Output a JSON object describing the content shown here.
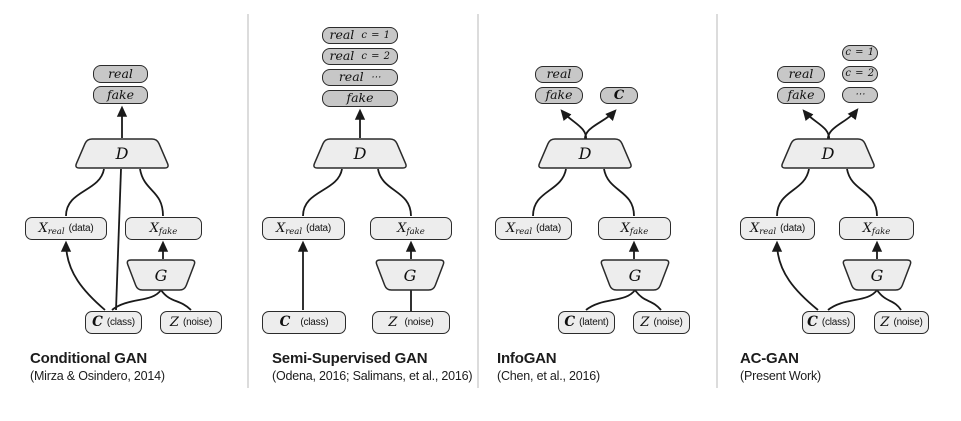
{
  "colors": {
    "output_box_fill": "#c7c7c7",
    "node_box_fill": "#ededed",
    "line": "#1a1a1a",
    "divider": "#dcdcdc"
  },
  "panels": [
    {
      "title": "Conditional GAN",
      "cite": "(Mirza & Osindero, 2014)",
      "outputs": [
        {
          "main": "real"
        },
        {
          "main": "fake"
        }
      ],
      "nodes": {
        "d": "D",
        "g": "G",
        "x_real": {
          "base": "X",
          "sub": "real",
          "note": "(data)"
        },
        "x_fake": {
          "base": "X",
          "sub": "fake"
        },
        "c": {
          "base": "C",
          "note": "(class)"
        },
        "z": {
          "base": "Z",
          "note": "(noise)"
        }
      }
    },
    {
      "title": "Semi-Supervised GAN",
      "cite": "(Odena, 2016;  Salimans, et al., 2016)",
      "outputs": [
        {
          "main": "real",
          "tag": "c = 1"
        },
        {
          "main": "real",
          "tag": "c = 2"
        },
        {
          "main": "real",
          "tag": "⋯"
        },
        {
          "main": "fake"
        }
      ],
      "nodes": {
        "d": "D",
        "g": "G",
        "x_real": {
          "base": "X",
          "sub": "real",
          "note": "(data)"
        },
        "x_fake": {
          "base": "X",
          "sub": "fake"
        },
        "c": {
          "base": "C",
          "note": "(class)"
        },
        "z": {
          "base": "Z",
          "note": "(noise)"
        }
      }
    },
    {
      "title": "InfoGAN",
      "cite": "(Chen, et al., 2016)",
      "outputs": [
        {
          "main": "real"
        },
        {
          "main": "fake"
        }
      ],
      "output_c": {
        "main": "C"
      },
      "nodes": {
        "d": "D",
        "g": "G",
        "x_real": {
          "base": "X",
          "sub": "real",
          "note": "(data)"
        },
        "x_fake": {
          "base": "X",
          "sub": "fake"
        },
        "c": {
          "base": "C",
          "note": "(latent)"
        },
        "z": {
          "base": "Z",
          "note": "(noise)"
        }
      }
    },
    {
      "title": "AC-GAN",
      "cite": "(Present Work)",
      "outputs": [
        {
          "main": "real"
        },
        {
          "main": "fake"
        }
      ],
      "outputs_right": [
        {
          "tag": "c = 1"
        },
        {
          "tag": "c = 2"
        },
        {
          "tag": "⋯"
        }
      ],
      "nodes": {
        "d": "D",
        "g": "G",
        "x_real": {
          "base": "X",
          "sub": "real",
          "note": "(data)"
        },
        "x_fake": {
          "base": "X",
          "sub": "fake"
        },
        "c": {
          "base": "C",
          "note": "(class)"
        },
        "z": {
          "base": "Z",
          "note": "(noise)"
        }
      }
    }
  ]
}
